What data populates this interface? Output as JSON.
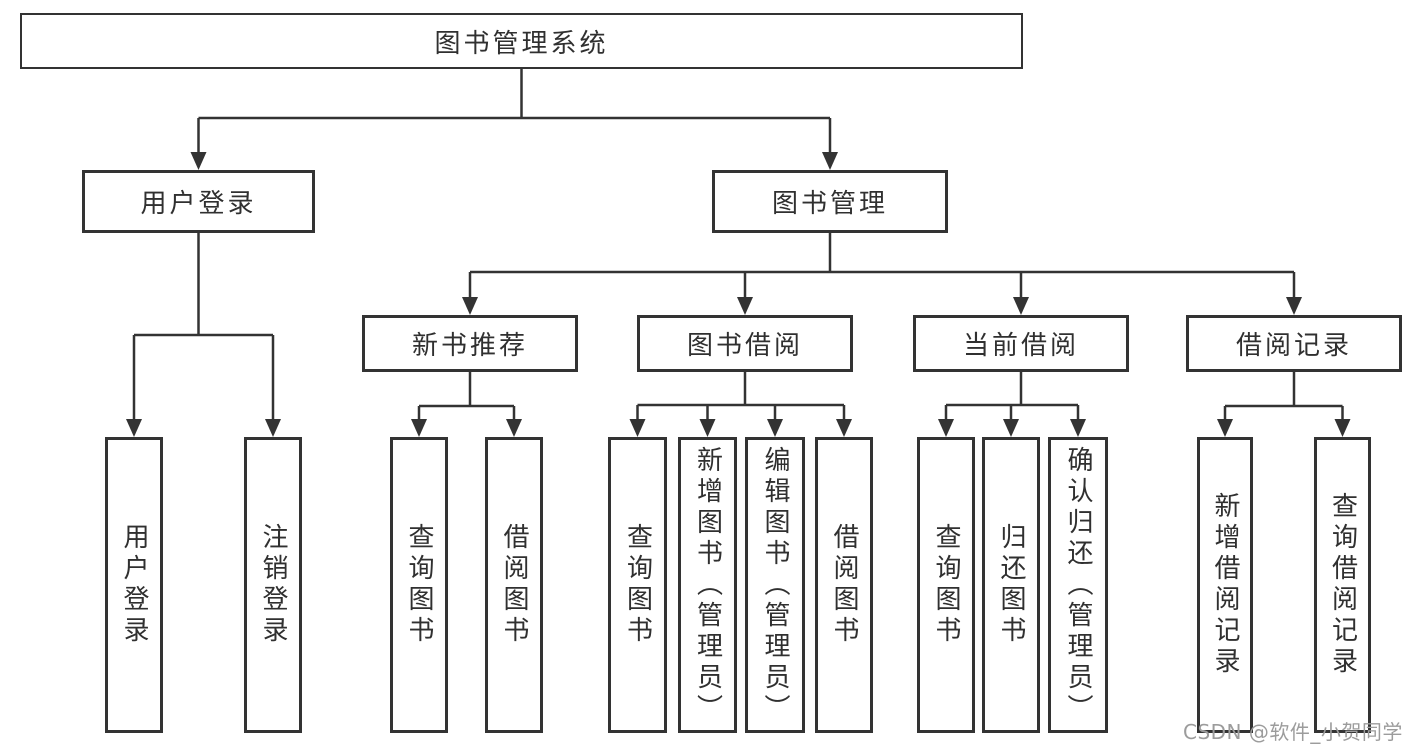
{
  "diagram": {
    "type": "tree-diagram",
    "title": "图书管理系统",
    "watermark": "CSDN @软件_小贺同学",
    "colors": {
      "line": "#333333",
      "box_border": "#333333",
      "text": "#303030",
      "watermark": "#9c9c9c",
      "background": "#ffffff"
    },
    "nodes": {
      "root": {
        "label": "图书管理系统"
      },
      "user_login": {
        "label": "用户登录"
      },
      "book_mgmt": {
        "label": "图书管理"
      },
      "login": {
        "label": "用户登录"
      },
      "logout": {
        "label": "注销登录"
      },
      "rec": {
        "label": "新书推荐"
      },
      "borrow": {
        "label": "图书借阅"
      },
      "current": {
        "label": "当前借阅"
      },
      "records": {
        "label": "借阅记录"
      },
      "rec_query": {
        "label": "查询图书"
      },
      "rec_borrow": {
        "label": "借阅图书"
      },
      "bb_query": {
        "label": "查询图书"
      },
      "bb_add": {
        "label": "新增图书（管理员）"
      },
      "bb_edit": {
        "label": "编辑图书（管理员）"
      },
      "bb_borrow": {
        "label": "借阅图书"
      },
      "cb_query": {
        "label": "查询图书"
      },
      "cb_return": {
        "label": "归还图书"
      },
      "cb_confirm": {
        "label": "确认归还（管理员）"
      },
      "br_add": {
        "label": "新增借阅记录"
      },
      "br_query": {
        "label": "查询借阅记录"
      }
    },
    "edges": [
      [
        "root",
        "user_login"
      ],
      [
        "root",
        "book_mgmt"
      ],
      [
        "user_login",
        "login"
      ],
      [
        "user_login",
        "logout"
      ],
      [
        "book_mgmt",
        "rec"
      ],
      [
        "book_mgmt",
        "borrow"
      ],
      [
        "book_mgmt",
        "current"
      ],
      [
        "book_mgmt",
        "records"
      ],
      [
        "rec",
        "rec_query"
      ],
      [
        "rec",
        "rec_borrow"
      ],
      [
        "borrow",
        "bb_query"
      ],
      [
        "borrow",
        "bb_add"
      ],
      [
        "borrow",
        "bb_edit"
      ],
      [
        "borrow",
        "bb_borrow"
      ],
      [
        "current",
        "cb_query"
      ],
      [
        "current",
        "cb_return"
      ],
      [
        "current",
        "cb_confirm"
      ],
      [
        "records",
        "br_add"
      ],
      [
        "records",
        "br_query"
      ]
    ]
  }
}
